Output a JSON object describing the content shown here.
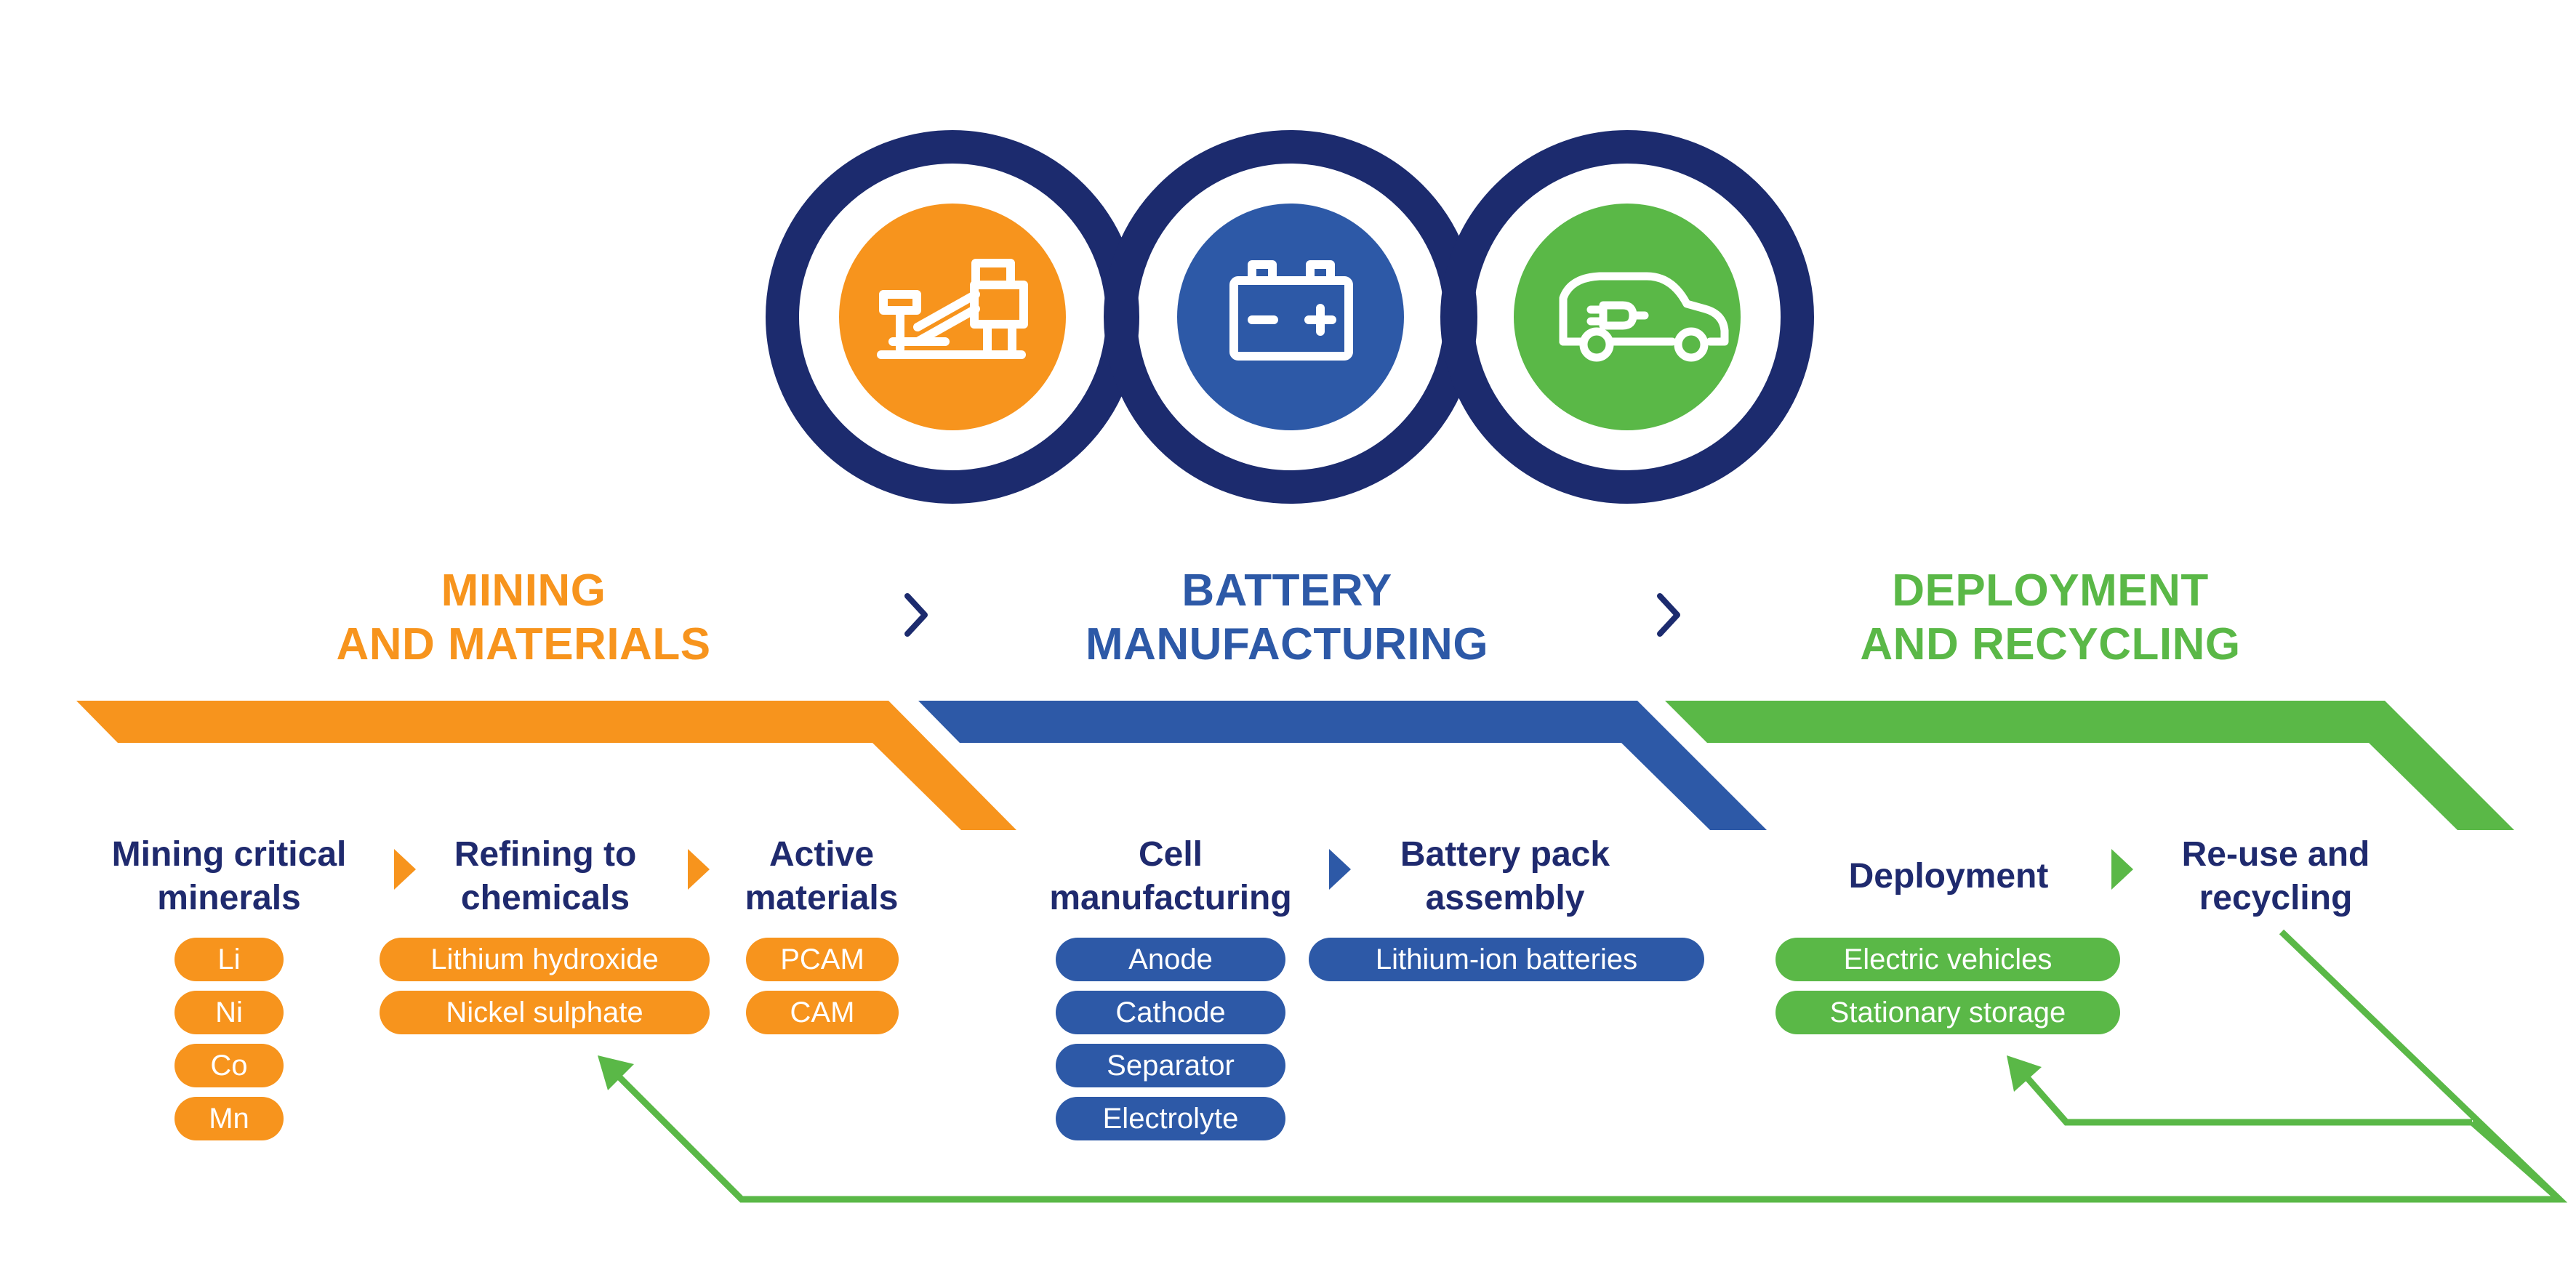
{
  "colors": {
    "navy": "#1c2b6e",
    "text_dark": "#1f2a6e",
    "orange": "#f7941d",
    "blue": "#2d59a7",
    "green": "#5ab847"
  },
  "icons": {
    "left": "mining-equipment-icon",
    "middle": "battery-icon",
    "right": "electric-car-icon"
  },
  "sections": {
    "mining": {
      "title_line1": "MINING",
      "title_line2": "AND MATERIALS",
      "stages": [
        {
          "line1": "Mining critical",
          "line2": "minerals",
          "items": [
            "Li",
            "Ni",
            "Co",
            "Mn"
          ]
        },
        {
          "line1": "Refining to",
          "line2": "chemicals",
          "items": [
            "Lithium hydroxide",
            "Nickel sulphate"
          ]
        },
        {
          "line1": "Active",
          "line2": "materials",
          "items": [
            "PCAM",
            "CAM"
          ]
        }
      ]
    },
    "battery": {
      "title_line1": "BATTERY",
      "title_line2": "MANUFACTURING",
      "stages": [
        {
          "line1": "Cell",
          "line2": "manufacturing",
          "items": [
            "Anode",
            "Cathode",
            "Separator",
            "Electrolyte"
          ]
        },
        {
          "line1": "Battery pack",
          "line2": "assembly",
          "items": [
            "Lithium-ion batteries"
          ]
        }
      ]
    },
    "deployment": {
      "title_line1": "DEPLOYMENT",
      "title_line2": "AND RECYCLING",
      "stages": [
        {
          "line1": "Deployment",
          "items": [
            "Electric vehicles",
            "Stationary storage"
          ]
        },
        {
          "line1": "Re-use and",
          "line2": "recycling"
        }
      ]
    }
  }
}
